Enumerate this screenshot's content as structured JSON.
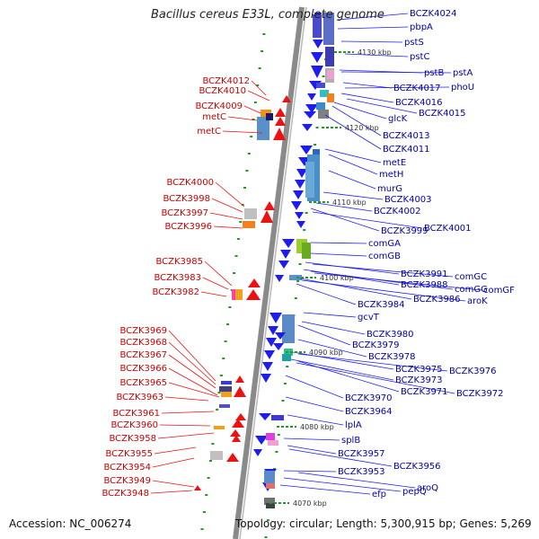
{
  "title": "Bacillus cereus E33L, complete genome",
  "footer": {
    "accession": "Accession: NC_006274",
    "topology": "Topology: circular; Length: 5,300,915 bp; Genes: 5,269"
  },
  "kbp_labels": [
    "4130 kbp",
    "4120 kbp",
    "4110 kbp",
    "4100 kbp",
    "4090 kbp",
    "4080 kbp",
    "4070 kbp"
  ],
  "left_labels": [
    "BCZK4012",
    "BCZK4010",
    "BCZK4009",
    "metC",
    "metC",
    "BCZK4000",
    "BCZK3998",
    "BCZK3997",
    "BCZK3996",
    "BCZK3985",
    "BCZK3983",
    "BCZK3982",
    "BCZK3969",
    "BCZK3968",
    "BCZK3967",
    "BCZK3966",
    "BCZK3965",
    "BCZK3963",
    "BCZK3961",
    "BCZK3960",
    "BCZK3958",
    "BCZK3955",
    "BCZK3954",
    "BCZK3949",
    "BCZK3948"
  ],
  "right_labels": [
    "BCZK4024",
    "pbpA",
    "pstS",
    "pstC",
    "pstB",
    "pstA",
    "BCZK4017",
    "phoU",
    "BCZK4016",
    "BCZK4015",
    "glcK",
    "BCZK4013",
    "BCZK4011",
    "metE",
    "metH",
    "murG",
    "BCZK4003",
    "BCZK4002",
    "BCZK3999",
    "BCZK4001",
    "comGA",
    "comGB",
    "BCZK3991",
    "comGC",
    "BCZK3988",
    "comGG",
    "comGF",
    "BCZK3986",
    "aroK",
    "BCZK3984",
    "gcvT",
    "BCZK3980",
    "BCZK3979",
    "BCZK3978",
    "BCZK3975",
    "BCZK3976",
    "BCZK3973",
    "BCZK3971",
    "BCZK3972",
    "BCZK3970",
    "BCZK3964",
    "lplA",
    "splB",
    "BCZK3957",
    "BCZK3956",
    "BCZK3953",
    "aroQ",
    "pepQ",
    "efp"
  ],
  "colors": {
    "forward": "#1d1df0",
    "reverse": "#ee1111",
    "backbone": "#888888",
    "marker": "#229922",
    "label_forward": "#0000aa",
    "label_reverse": "#cc0000"
  }
}
